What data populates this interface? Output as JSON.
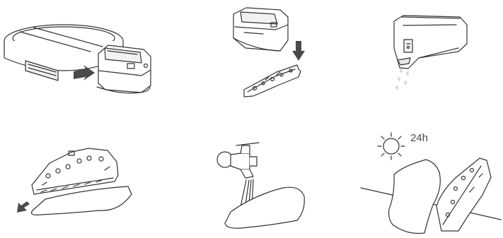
{
  "panels": [
    {
      "id": "remove-tank",
      "caption": ""
    },
    {
      "id": "tank-mop-separate",
      "caption": ""
    },
    {
      "id": "drip-water",
      "caption": ""
    },
    {
      "id": "pull-mop-cloth",
      "caption": ""
    },
    {
      "id": "wash-mop-cloth",
      "caption": ""
    },
    {
      "id": "dry-mop-cloth",
      "caption": ""
    }
  ],
  "dry_time_label": "24h",
  "colors": {
    "line": "#333333",
    "arrow": "#4a4a4a",
    "background": "#ffffff"
  }
}
